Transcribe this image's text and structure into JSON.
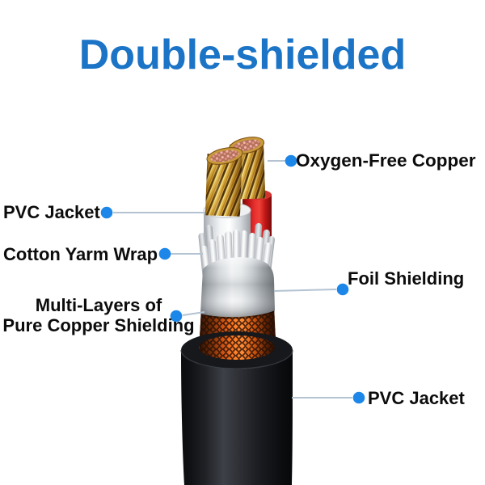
{
  "title": "Double-shielded",
  "colors": {
    "title": "#1B74C6",
    "label_text": "#0C0C0C",
    "callout_dot": "#1D87E9",
    "leader_line": "#B4C3D2",
    "copper_gold": "#E8BB44",
    "braid_orange": "#FF7D26",
    "foil_gray": "#D5D9DC",
    "jacket_black": "#111318",
    "wire_red": "#E83030",
    "wire_white": "#F5F6F7"
  },
  "callouts": {
    "oxygen_free_copper": "Oxygen-Free Copper",
    "pvc_jacket_top": "PVC Jacket",
    "cotton_yarm_wrap": "Cotton Yarm Wrap",
    "foil_shielding": "Foil Shielding",
    "multi_layers_line1": "Multi-Layers of",
    "multi_layers_line2": "Pure Copper Shielding",
    "pvc_jacket_bottom": "PVC Jacket"
  },
  "diagram": {
    "type": "cable-cutaway",
    "subject": "double-shielded audio cable cross-section",
    "layers_outside_in": [
      "PVC Jacket",
      "Multi-Layers of Pure Copper Shielding",
      "Foil Shielding",
      "Cotton Yarm Wrap",
      "PVC Jacket (inner wire insulation)",
      "Oxygen-Free Copper"
    ]
  }
}
